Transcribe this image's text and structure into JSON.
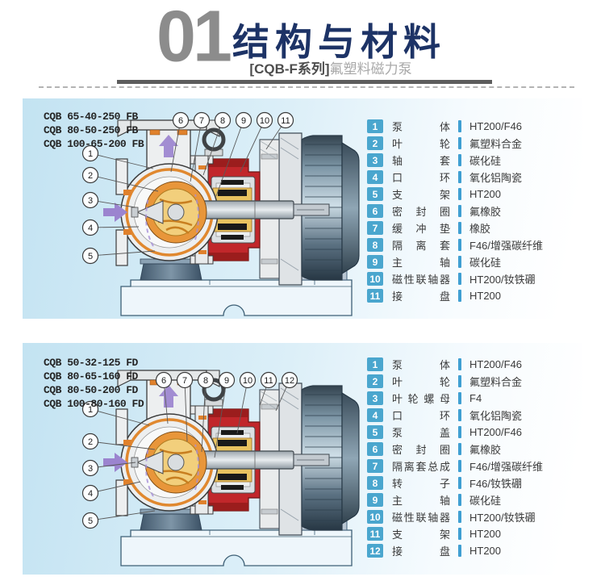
{
  "header": {
    "number": "01",
    "title": "结构与材料",
    "subtitle_series": "[CQB-F系列]",
    "subtitle_product": "氟塑料磁力泵"
  },
  "panels": [
    {
      "models": [
        "CQB 65-40-250 FB",
        "CQB 80-50-250 FB",
        "CQB 100-65-200 FB"
      ],
      "callouts_left": [
        "1",
        "2",
        "3",
        "4",
        "5"
      ],
      "callouts_top": [
        "6",
        "7",
        "8",
        "9",
        "10",
        "11"
      ],
      "parts": [
        {
          "no": "1",
          "name": "泵体",
          "material": "HT200/F46"
        },
        {
          "no": "2",
          "name": "叶轮",
          "material": "氟塑料合金"
        },
        {
          "no": "3",
          "name": "轴套",
          "material": "碳化硅"
        },
        {
          "no": "4",
          "name": "口环",
          "material": "氧化铝陶瓷"
        },
        {
          "no": "5",
          "name": "支架",
          "material": "HT200"
        },
        {
          "no": "6",
          "name": "密封圈",
          "material": "氟橡胶"
        },
        {
          "no": "7",
          "name": "缓冲垫",
          "material": "橡胶"
        },
        {
          "no": "8",
          "name": "隔离套",
          "material": "F46/增强碳纤维"
        },
        {
          "no": "9",
          "name": "主轴",
          "material": "碳化硅"
        },
        {
          "no": "10",
          "name": "磁性联轴器",
          "material": "HT200/钕铁硼"
        },
        {
          "no": "11",
          "name": "接盘",
          "material": "HT200"
        }
      ]
    },
    {
      "models": [
        "CQB 50-32-125 FD",
        "CQB 80-65-160 FD",
        "CQB 80-50-200 FD",
        "CQB 100-80-160 FD"
      ],
      "callouts_left": [
        "1",
        "2",
        "3",
        "4",
        "5"
      ],
      "callouts_top": [
        "6",
        "7",
        "8",
        "9",
        "10",
        "11",
        "12"
      ],
      "parts": [
        {
          "no": "1",
          "name": "泵体",
          "material": "HT200/F46"
        },
        {
          "no": "2",
          "name": "叶轮",
          "material": "氟塑料合金"
        },
        {
          "no": "3",
          "name": "叶轮螺母",
          "material": "F4"
        },
        {
          "no": "4",
          "name": "口环",
          "material": "氧化铝陶瓷"
        },
        {
          "no": "5",
          "name": "泵盖",
          "material": "HT200/F46"
        },
        {
          "no": "6",
          "name": "密封圈",
          "material": "氟橡胶"
        },
        {
          "no": "7",
          "name": "隔离套总成",
          "material": "F46/增强碳纤维"
        },
        {
          "no": "8",
          "name": "转子",
          "material": "F46/钕铁硼"
        },
        {
          "no": "9",
          "name": "主轴",
          "material": "碳化硅"
        },
        {
          "no": "10",
          "name": "磁性联轴器",
          "material": "HT200/钕铁硼"
        },
        {
          "no": "11",
          "name": "支架",
          "material": "HT200"
        },
        {
          "no": "12",
          "name": "接盘",
          "material": "HT200"
        }
      ]
    }
  ],
  "colors": {
    "badge_blue": "#4aa6ce",
    "separator_blue": "#3f9fd2",
    "title_navy": "#1d3366",
    "section_number_gray": "#8c8c8c",
    "panel_blue": "#c3e3f2",
    "red_housing": "#c1272b",
    "lining_orange": "#e0812c",
    "rotor_yellow": "#e9c360",
    "flow_purple": "#9b84cf"
  }
}
